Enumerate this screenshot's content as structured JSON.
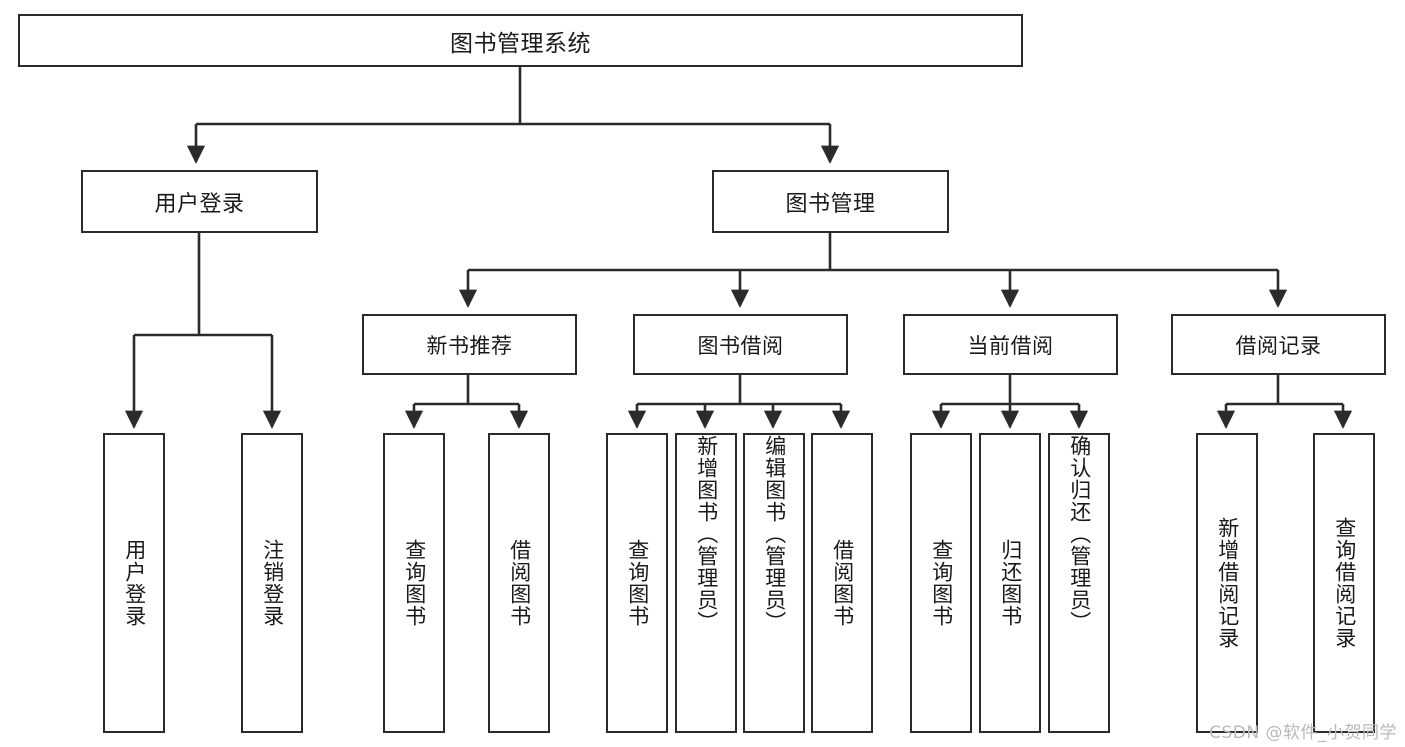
{
  "diagram": {
    "title": "图书管理系统",
    "type": "tree-hierarchy-chart",
    "orientation": "top-down",
    "line_color": "#2b2b2b",
    "box_fill": "#ffffff",
    "text_color": "#1a1a1a",
    "nodes": {
      "root": {
        "label": "图书管理系统"
      },
      "level2": [
        {
          "label": "用户登录"
        },
        {
          "label": "图书管理"
        }
      ],
      "level3": [
        {
          "label": "新书推荐"
        },
        {
          "label": "图书借阅"
        },
        {
          "label": "当前借阅"
        },
        {
          "label": "借阅记录"
        }
      ],
      "leaves": {
        "user_login": [
          {
            "label": "用户登录"
          },
          {
            "label": "注销登录"
          }
        ],
        "new_book_recommend": [
          {
            "label": "查询图书"
          },
          {
            "label": "借阅图书"
          }
        ],
        "book_borrow": [
          {
            "label": "查询图书"
          },
          {
            "label": "新增图书（管理员）"
          },
          {
            "label": "编辑图书（管理员）"
          },
          {
            "label": "借阅图书"
          }
        ],
        "current_borrow": [
          {
            "label": "查询图书"
          },
          {
            "label": "归还图书"
          },
          {
            "label": "确认归还（管理员）"
          }
        ],
        "borrow_record": [
          {
            "label": "新增借阅记录"
          },
          {
            "label": "查询借阅记录"
          }
        ]
      }
    }
  },
  "watermark": {
    "text": "CSDN @软件_小贺同学"
  }
}
